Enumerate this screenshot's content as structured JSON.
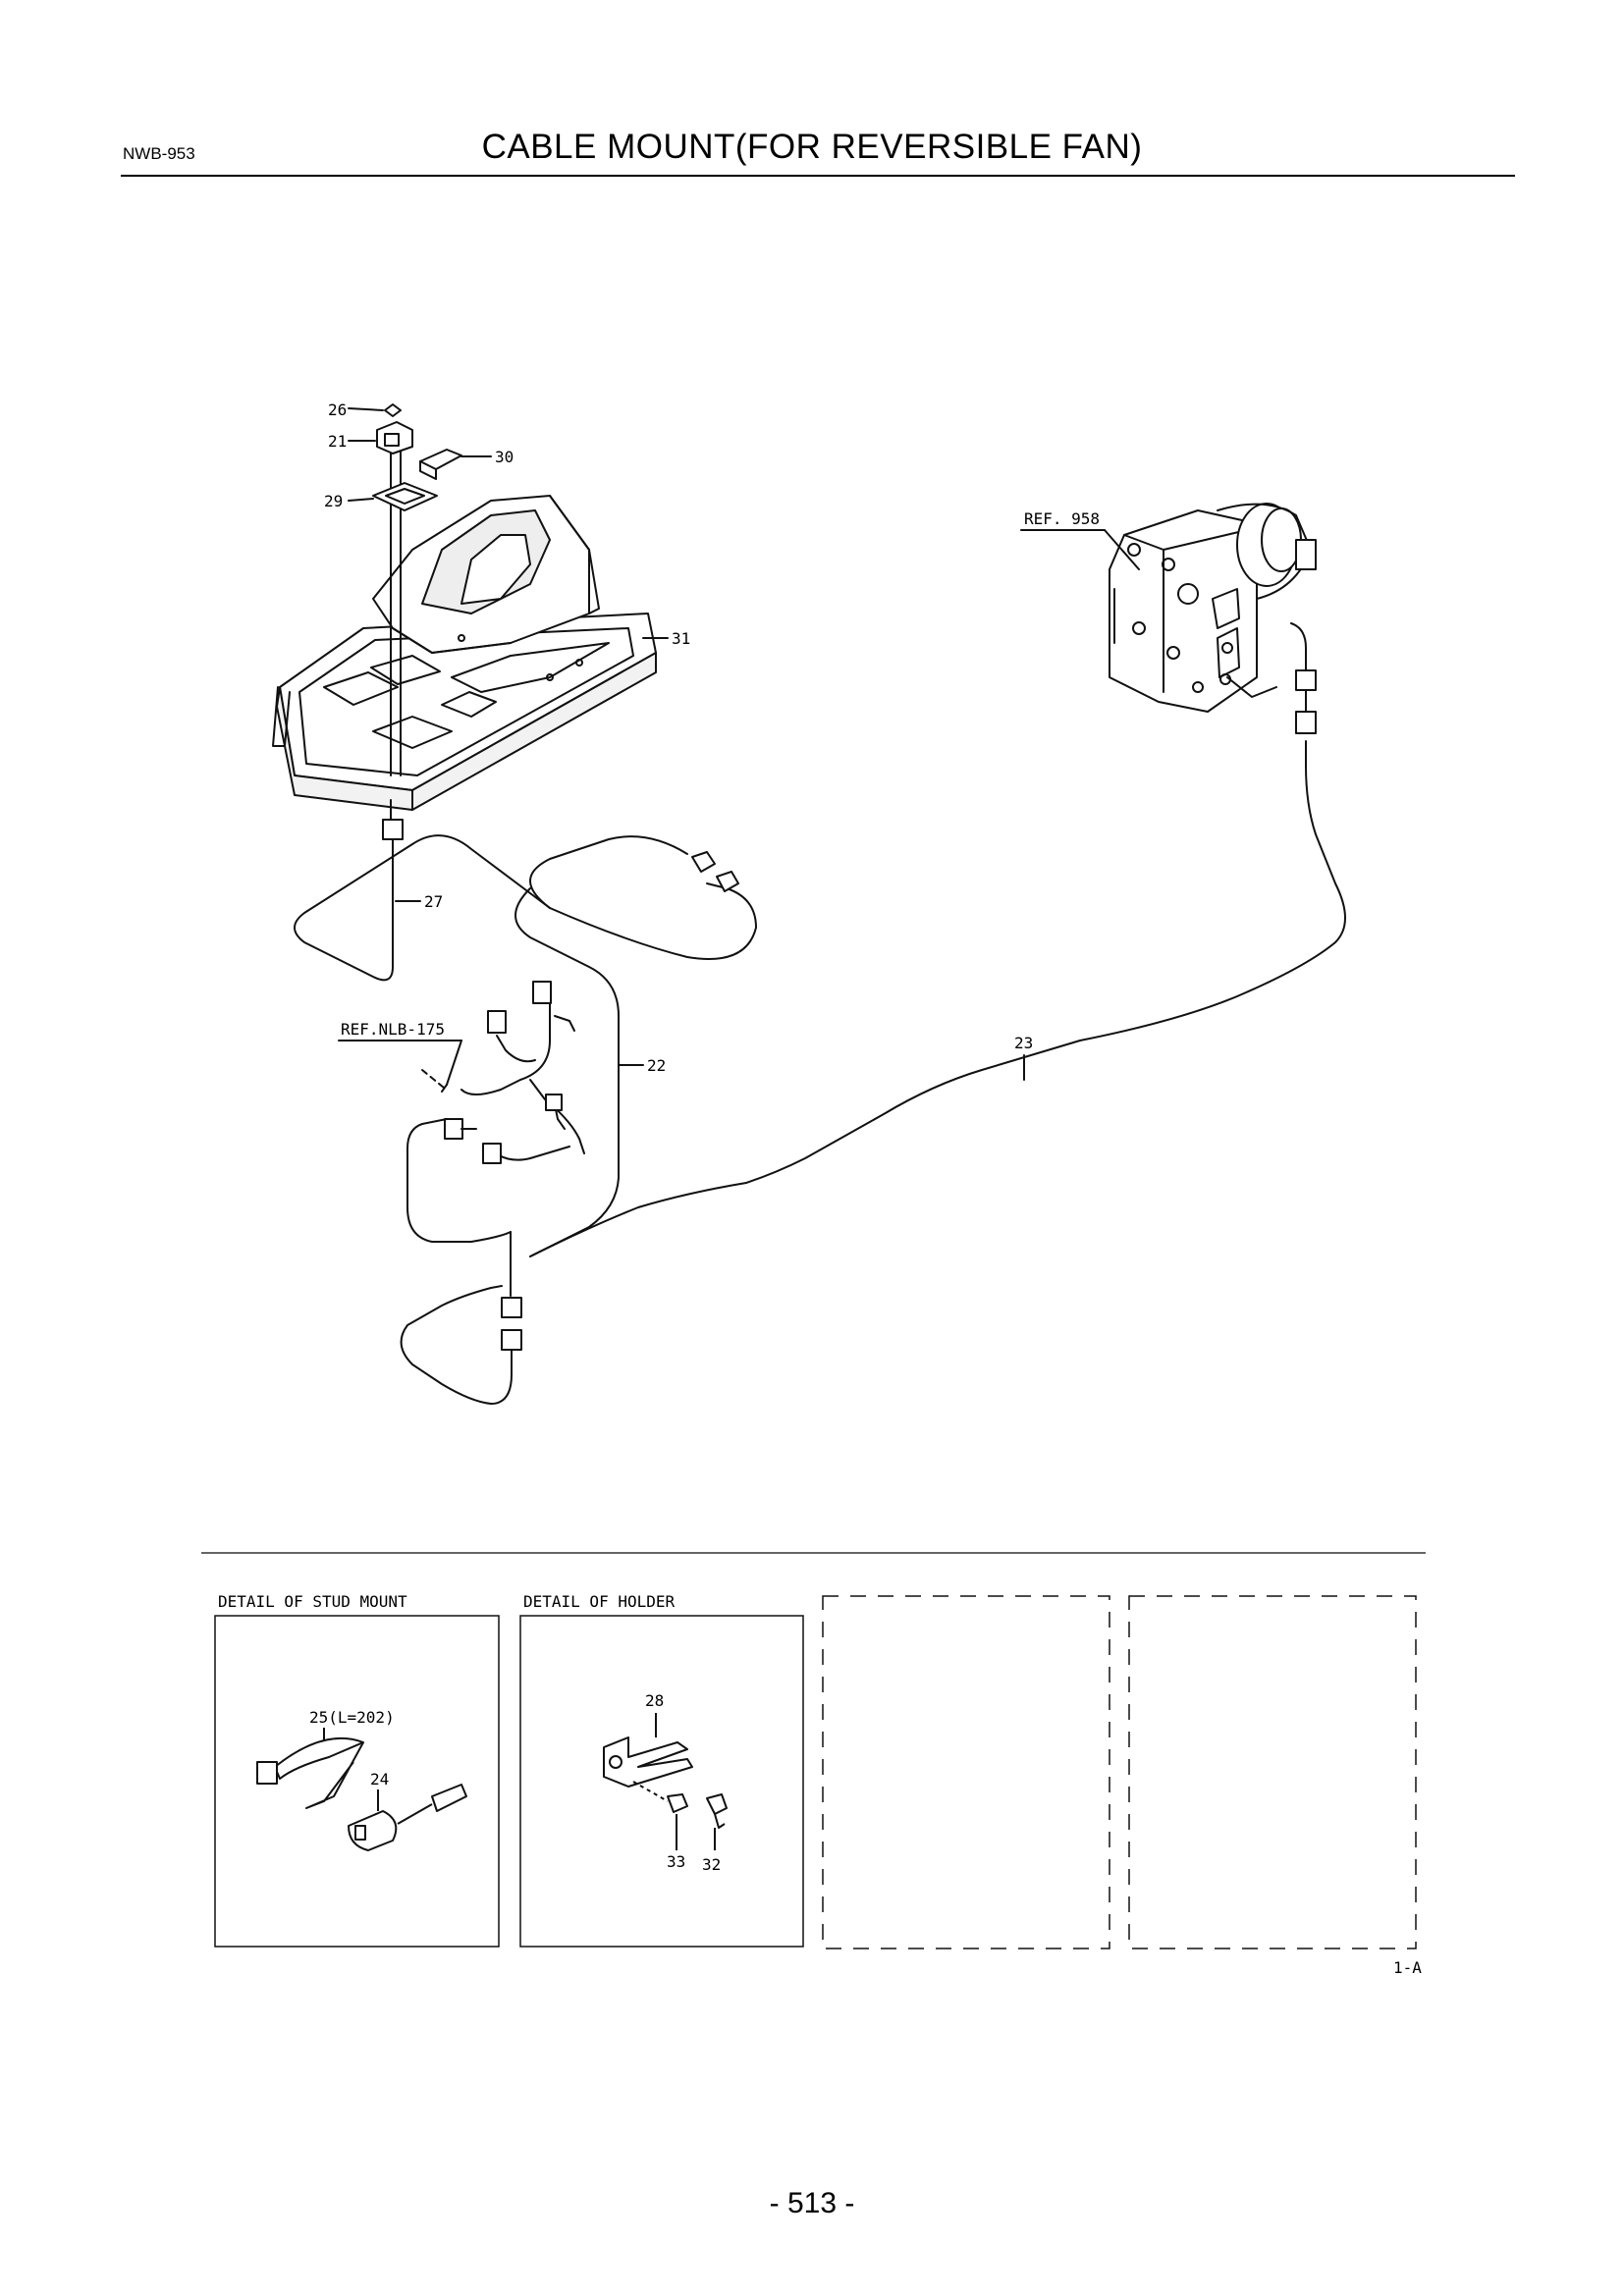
{
  "header": {
    "doc_code": "NWB-953",
    "title": "CABLE MOUNT(FOR REVERSIBLE FAN)"
  },
  "callouts": {
    "c26": "26",
    "c21": "21",
    "c30": "30",
    "c29": "29",
    "c31": "31",
    "c27": "27",
    "c22": "22",
    "c23": "23",
    "c24": "24",
    "c28": "28",
    "c33": "33",
    "c32": "32"
  },
  "references": {
    "ref_958": "REF. 958",
    "ref_nlb175": "REF.NLB-175"
  },
  "details": {
    "stud_mount_title": "DETAIL OF STUD MOUNT",
    "holder_title": "DETAIL OF HOLDER",
    "band_label": "25(L=202)"
  },
  "sheet_ref": "1-A",
  "footer": {
    "page_number": "- 513 -"
  }
}
